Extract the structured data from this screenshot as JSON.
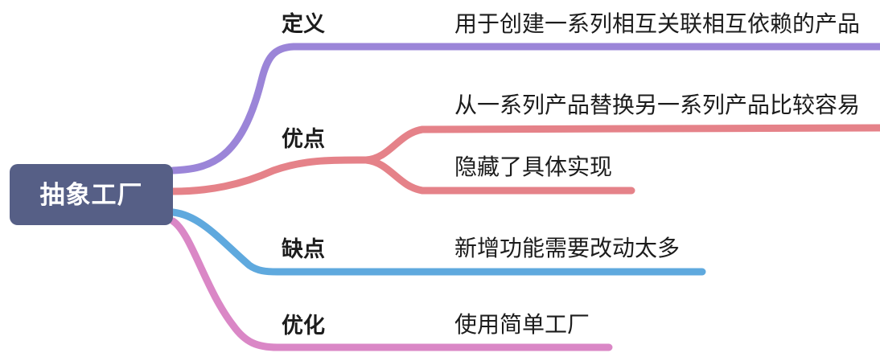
{
  "diagram": {
    "type": "mind-map",
    "background": "#ffffff",
    "root": {
      "label": "抽象工厂",
      "fill": "#565f86",
      "text_color": "#ffffff"
    },
    "branches": [
      {
        "label": "定义",
        "color": "#9b85d8",
        "children": [
          {
            "label": "用于创建一系列相互关联相互依赖的产品"
          }
        ]
      },
      {
        "label": "优点",
        "color": "#e58289",
        "children": [
          {
            "label": "从一系列产品替换另一系列产品比较容易"
          },
          {
            "label": "隐藏了具体实现"
          }
        ]
      },
      {
        "label": "缺点",
        "color": "#5fa9de",
        "children": [
          {
            "label": "新增功能需要改动太多"
          }
        ]
      },
      {
        "label": "优化",
        "color": "#da87c6",
        "children": [
          {
            "label": "使用简单工厂"
          }
        ]
      }
    ]
  }
}
